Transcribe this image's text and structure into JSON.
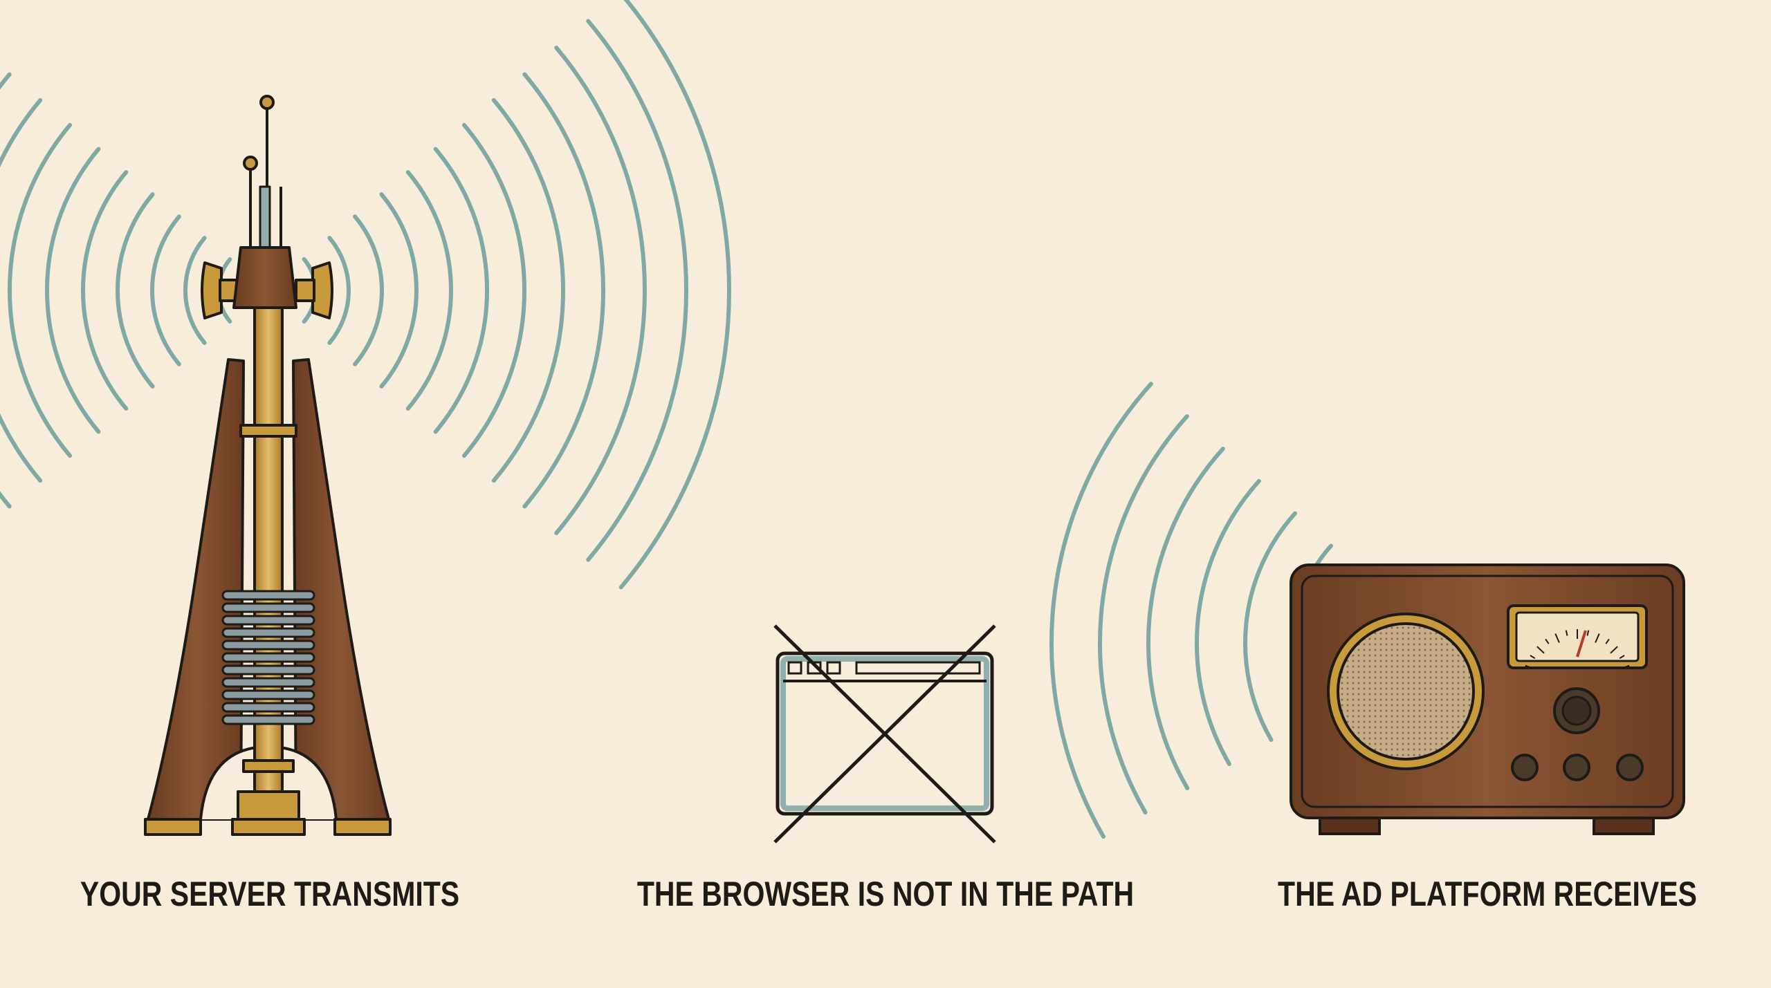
{
  "labels": {
    "server": "YOUR SERVER TRANSMITS",
    "browser": "THE BROWSER IS NOT IN THE PATH",
    "platform": "THE AD PLATFORM RECEIVES"
  },
  "icons": {
    "transmitter": "radio-tower-icon",
    "browser": "browser-window-crossed-icon",
    "receiver": "vintage-radio-icon"
  },
  "colors": {
    "background": "#f8ecda",
    "wave": "#7fa9a4",
    "wood": "#7a4a2c",
    "brass": "#c99a3b",
    "ink": "#1e1a16",
    "browser_frame": "#8fb0ad"
  }
}
